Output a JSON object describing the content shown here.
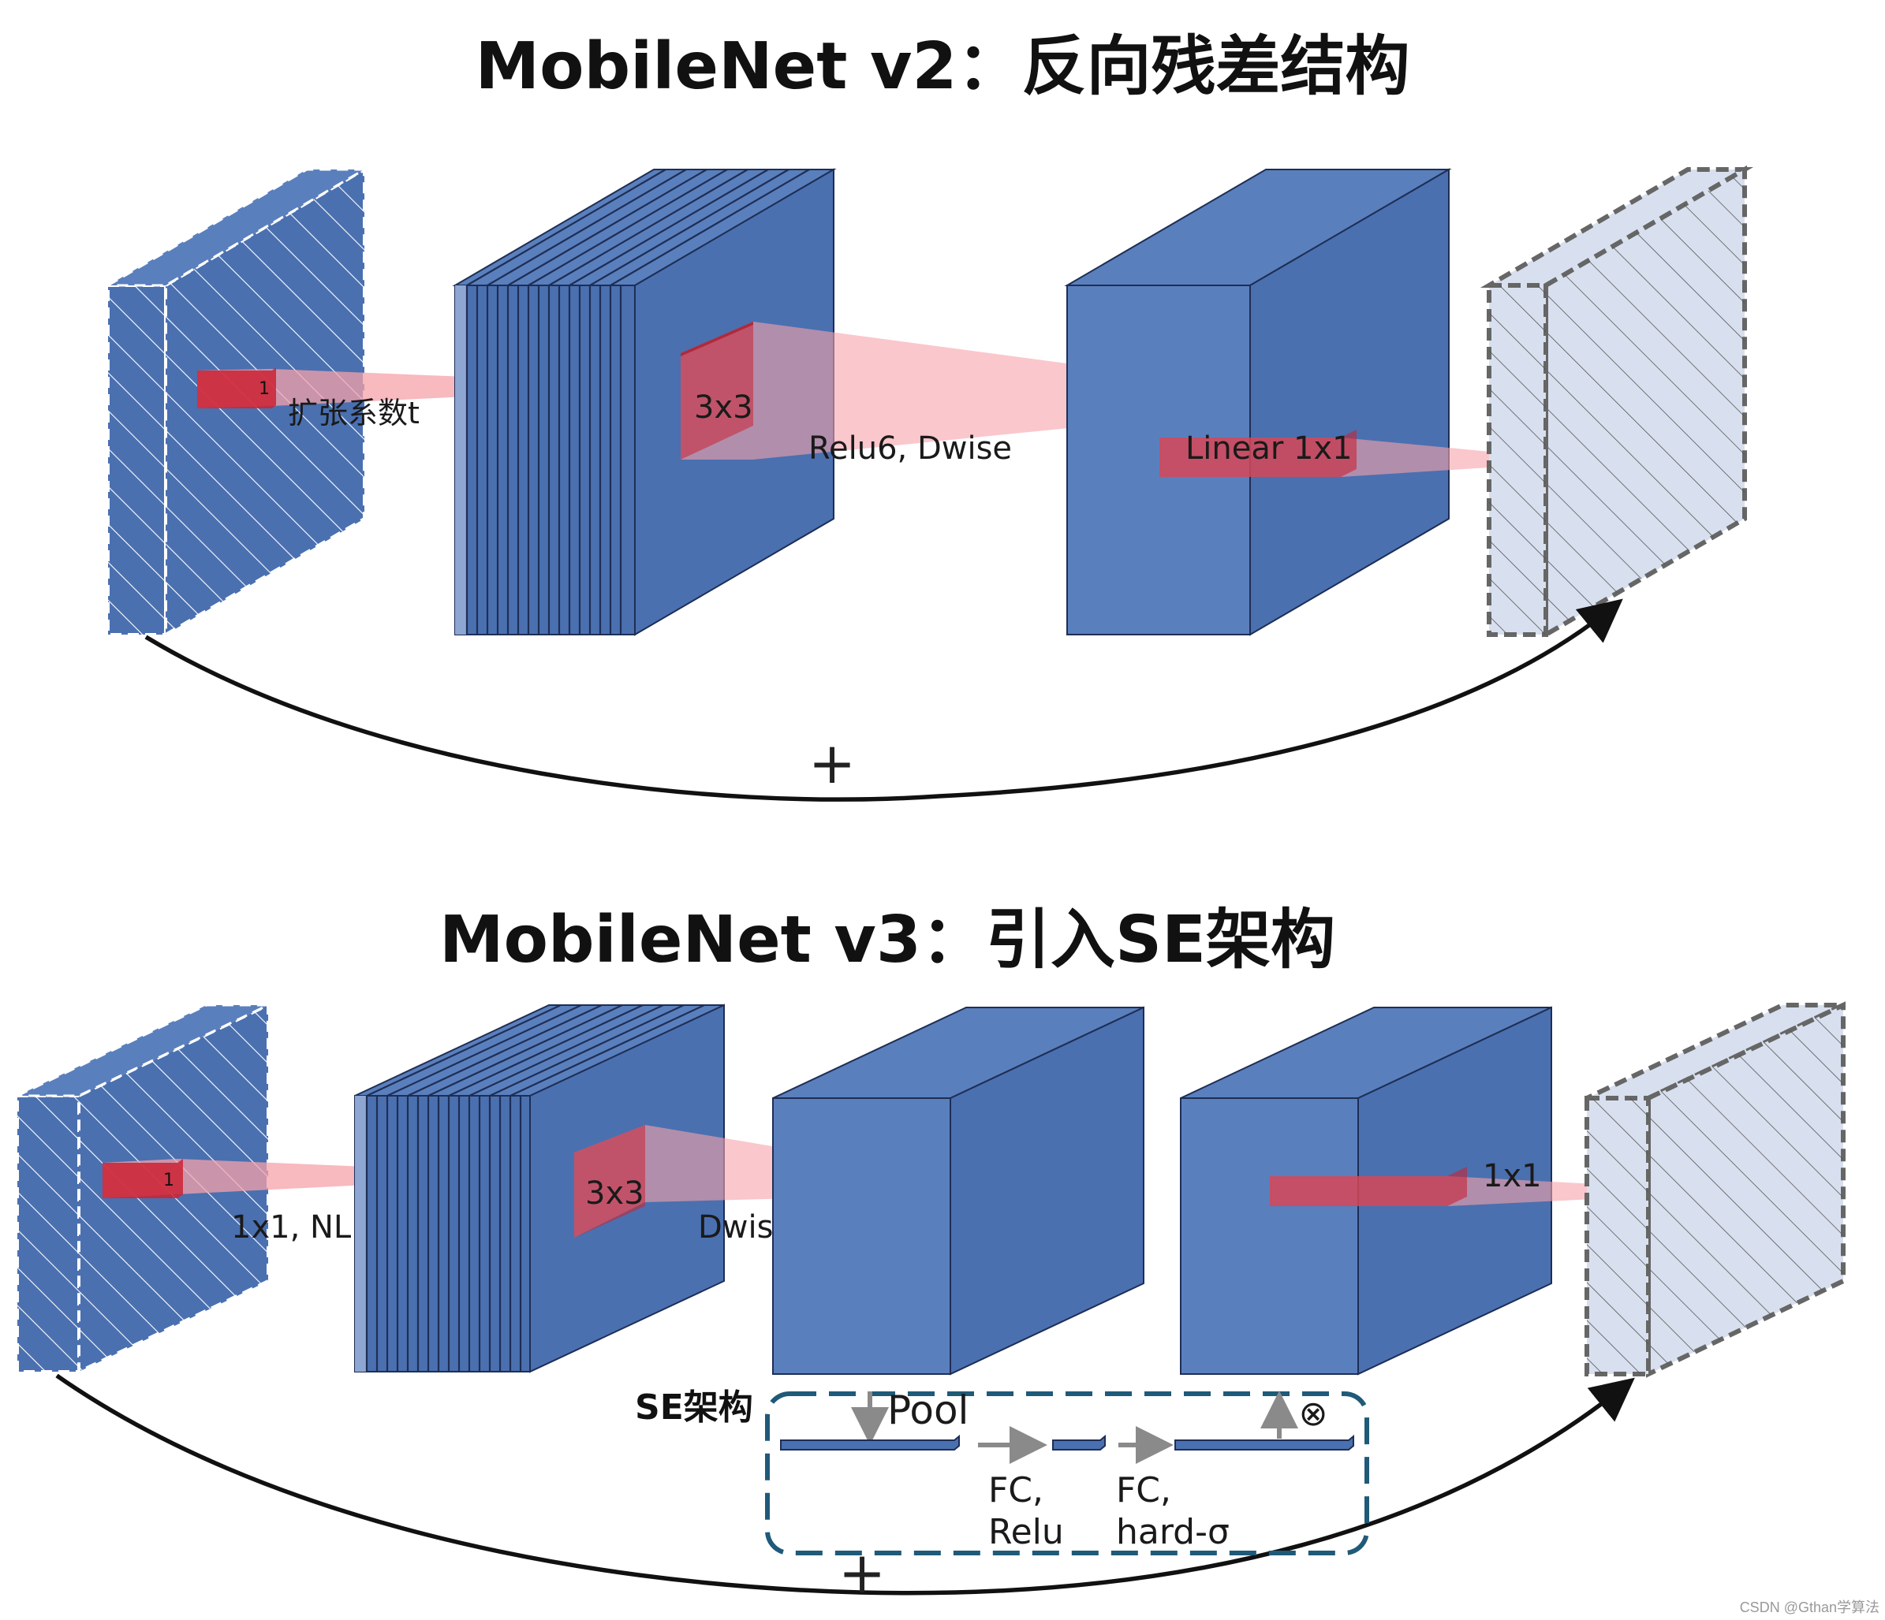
{
  "colors": {
    "block": "#4a70b0",
    "block_side": "#3f62a0",
    "block_top": "#5a7fbd",
    "stack_line": "#1e2e55",
    "kernel": "#cc2233",
    "beam": "#f6a2aa",
    "out_fill": "#d8e0ef",
    "se_border": "#1f5a78",
    "arrow_gray": "#8a8a8a",
    "skip": "#111111"
  },
  "v2": {
    "title": "MobileNet v2：反向残差结构",
    "kernel_small_label": "1",
    "expand_label": "扩张系数t",
    "kernel_3x3_label": "3x3",
    "dwise_label": "Relu6, Dwise",
    "linear_label": "Linear 1x1",
    "add_symbol": "+"
  },
  "v3": {
    "title": "MobileNet v3：引入SE架构",
    "kernel_small_label": "1",
    "conv_label": "1x1, NL",
    "kernel_3x3_label": "3x3",
    "dwise_label": "Dwise, NL",
    "proj_label": "1x1",
    "add_symbol": "+",
    "se": {
      "title": "SE架构",
      "pool_label": "Pool",
      "multiply_symbol": "⊗",
      "fc1_line1": "FC,",
      "fc1_line2": "Relu",
      "fc2_line1": "FC,",
      "fc2_line2": "hard-σ"
    }
  },
  "watermark": "CSDN @Gthan学算法"
}
